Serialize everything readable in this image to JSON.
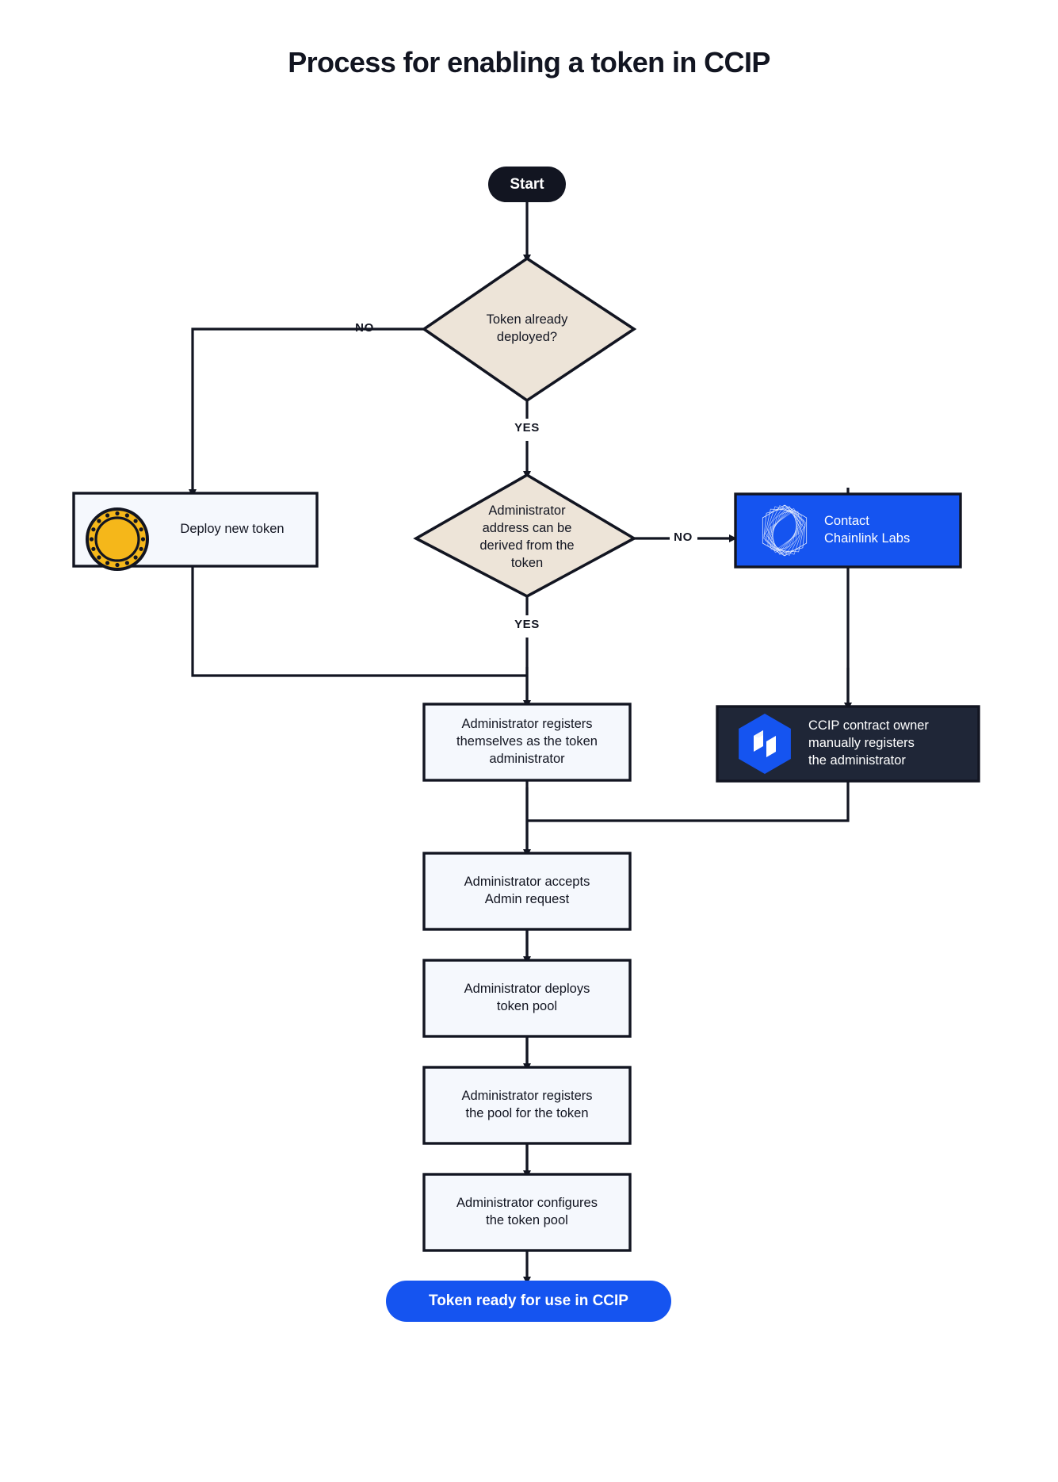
{
  "title": "Process for enabling a token in CCIP",
  "colors": {
    "ink": "#121521",
    "diamond_fill": "#EDE4D8",
    "box_fill": "#F5F8FD",
    "blue": "#1554F0",
    "dark_navy": "#1F2637",
    "coin_gold": "#F5B71A",
    "page_bg": "#FFFFFF"
  },
  "nodes": {
    "start": {
      "label": "Start",
      "shape": "pill",
      "style": "dark"
    },
    "decision_token_deployed": {
      "shape": "diamond",
      "lines": [
        "Token already",
        "deployed?"
      ]
    },
    "deploy_new_token": {
      "shape": "process",
      "lines": [
        "Deploy new token"
      ],
      "icon": "gold-coin-icon"
    },
    "decision_admin_derived": {
      "shape": "diamond",
      "lines": [
        "Administrator",
        "address can be",
        "derived from the",
        "token"
      ]
    },
    "contact_chainlink_labs": {
      "shape": "process",
      "style": "blue",
      "lines": [
        "Contact",
        "Chainlink Labs"
      ],
      "icon": "chainlink-labs-logo-icon"
    },
    "admin_registers_self": {
      "shape": "process",
      "lines": [
        "Administrator registers",
        "themselves as the token",
        "administrator"
      ]
    },
    "ccip_owner_registers": {
      "shape": "process",
      "style": "dark",
      "lines": [
        "CCIP contract owner",
        "manually registers",
        "the administrator"
      ],
      "icon": "ccip-hexagon-icon"
    },
    "admin_accepts_request": {
      "shape": "process",
      "lines": [
        "Administrator accepts",
        "Admin request"
      ]
    },
    "admin_deploys_pool": {
      "shape": "process",
      "lines": [
        "Administrator deploys",
        "token pool"
      ]
    },
    "admin_registers_pool": {
      "shape": "process",
      "lines": [
        "Administrator registers",
        "the pool for the token"
      ]
    },
    "admin_configures_pool": {
      "shape": "process",
      "lines": [
        "Administrator configures",
        "the token pool"
      ]
    },
    "token_ready": {
      "shape": "pill",
      "style": "blue",
      "label": "Token ready for use in CCIP"
    }
  },
  "edge_labels": {
    "no_token_deployed": "NO",
    "yes_token_deployed": "YES",
    "no_admin_derived": "NO",
    "yes_admin_derived": "YES"
  }
}
